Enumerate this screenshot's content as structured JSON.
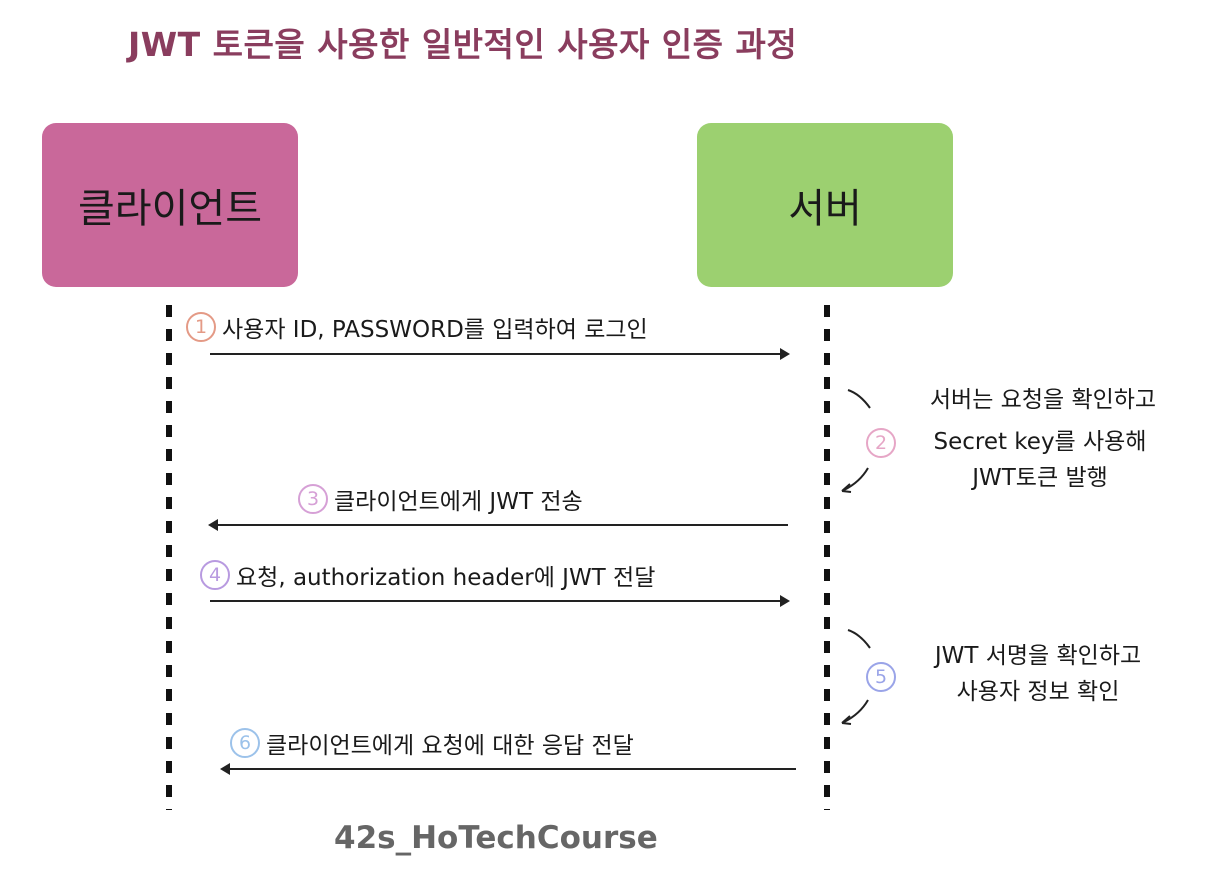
{
  "title": "JWT 토큰을 사용한 일반적인 사용자 인증 과정",
  "actors": {
    "client": "클라이언트",
    "server": "서버"
  },
  "steps": [
    {
      "num": "1",
      "text": "사용자 ID, PASSWORD를 입력하여 로그인",
      "color": "#e49a86"
    },
    {
      "num": "2",
      "lines": [
        "서버는 요청을 확인하고",
        "Secret key를 사용해",
        "JWT토큰 발행"
      ],
      "color": "#e6a6c6"
    },
    {
      "num": "3",
      "text": "클라이언트에게 JWT 전송",
      "color": "#d6a0d6"
    },
    {
      "num": "4",
      "text": "요청, authorization header에 JWT 전달",
      "color": "#b89ae0"
    },
    {
      "num": "5",
      "lines": [
        "JWT 서명을 확인하고",
        "사용자 정보 확인"
      ],
      "color": "#9aa4e8"
    },
    {
      "num": "6",
      "text": "클라이언트에게 요청에 대한 응답 전달",
      "color": "#9cc2ea"
    }
  ],
  "footer": "42s_HoTechCourse",
  "colors": {
    "title": "#8a3d5e",
    "client_box": "#c9689a",
    "server_box": "#9cd070"
  }
}
